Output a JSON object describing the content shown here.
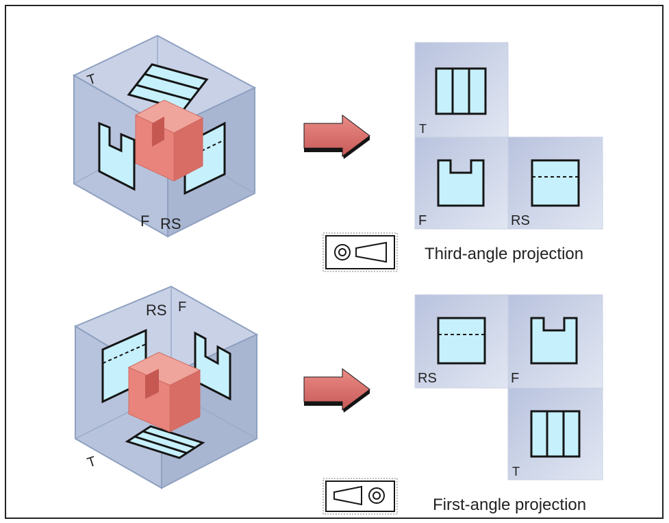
{
  "third_angle": {
    "cube_labels": {
      "top": "T",
      "front": "F",
      "right_side": "RS"
    },
    "view_labels": {
      "top": "T",
      "front": "F",
      "right_side": "RS"
    },
    "caption": "Third-angle projection",
    "symbol_icon": "third-angle-projection-symbol"
  },
  "first_angle": {
    "cube_labels": {
      "top": "T",
      "front": "F",
      "right_side": "RS"
    },
    "view_labels": {
      "top": "T",
      "front": "F",
      "right_side": "RS"
    },
    "caption": "First-angle projection",
    "symbol_icon": "first-angle-projection-symbol"
  },
  "colors": {
    "box_face": "#b6c4dc",
    "box_edge": "#8ea0c0",
    "view_fill": "#c6f0fb",
    "block_fill": "#e8847c",
    "block_dark": "#cc5d55",
    "arrow_fill": "#d96d6d",
    "ink": "#151515",
    "panel_fill": "#c2cbe2"
  }
}
